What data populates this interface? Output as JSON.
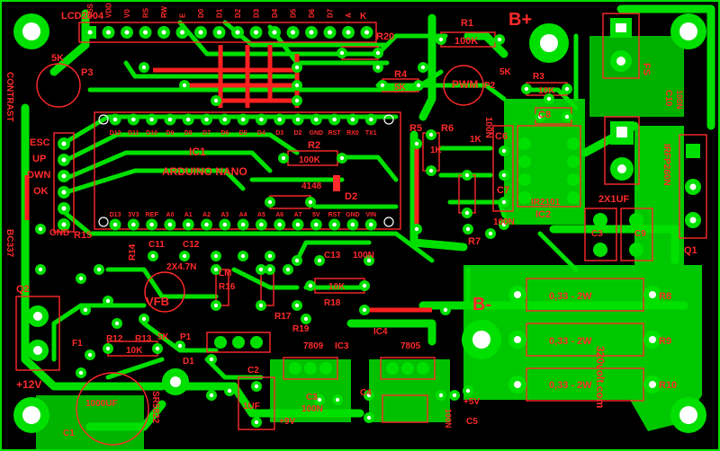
{
  "labels": {
    "lcd": "LCD2004",
    "lcd_pins": [
      "VSS",
      "VDD",
      "V0",
      "RS",
      "RW",
      "E",
      "D0",
      "D1",
      "D2",
      "D3",
      "D4",
      "D5",
      "D6",
      "D7",
      "A",
      "K"
    ],
    "contrast": "CONTRAST",
    "p3": "P3",
    "five_k": "5K",
    "esc": "ESC",
    "up": "UP",
    "dwn": "DWN",
    "ok": "OK",
    "gnd": "GND",
    "ic1": "IC1",
    "arduino": "ARDUINO NANO",
    "nano_top": [
      "D12",
      "D11",
      "D10",
      "D9",
      "D8",
      "D7",
      "D6",
      "D5",
      "D4",
      "D3",
      "D2",
      "GND",
      "RST",
      "RX0",
      "TX1"
    ],
    "nano_bot": [
      "D13",
      "3V3",
      "REF",
      "A0",
      "A1",
      "A2",
      "A3",
      "A4",
      "A5",
      "A6",
      "A7",
      "5V",
      "RST",
      "GND",
      "VIN"
    ],
    "r1": "R1",
    "r1v": "100K",
    "r20": "R20",
    "r4": "R4",
    "r4v": "5K",
    "pwm": "PWM",
    "p2": "P2",
    "p2v": "5K",
    "r3": "R3",
    "r3v": "10K",
    "r2": "R2",
    "r2v": "100K",
    "d": "4148",
    "d2": "D2",
    "r5": "R5",
    "r6": "R6",
    "r5v": "1K",
    "r6v": "1K",
    "c6": "C6",
    "c6v": "100N",
    "c8": "C8",
    "c7": "C7",
    "c7v": "100N",
    "ic2": "IC2",
    "ir": "IR2101",
    "bplus": "B+",
    "fs": "FS",
    "c10": "C10",
    "c10v": "100N",
    "irfp": "IRFP260N",
    "q1": "Q1",
    "two_1uf": "2X1UF",
    "c3": "C3",
    "c9": "C9",
    "r7": "R7",
    "r15": "R15",
    "q2": "Q2",
    "bc337": "BC337",
    "r16": "R16",
    "lm": "LM",
    "vfb": "VFB",
    "c11": "C11",
    "c12": "C12",
    "c11v": "2X4.7N",
    "c13": "C13",
    "c13v": "100N",
    "r14": "R14",
    "r18": "R18",
    "r18v": "10K",
    "r17": "R17",
    "r19": "R19",
    "r12": "R12",
    "r13": "R13",
    "r13v": "10K",
    "p1": "P1",
    "p1v": "5K",
    "d1": "D1",
    "f1": "F1",
    "plus12": "+12V",
    "c1": "C1",
    "c1v": "1000UF",
    "sr": "SR5822",
    "c2": "C2",
    "c2v": "1UF",
    "ic3": "IC3",
    "ic3v": "7809",
    "ic4": "IC4",
    "ic4v": "7805",
    "c3b": "C3",
    "c3bv": "100N",
    "c4": "C4",
    "c5": "C5",
    "c5v": "100N",
    "plus9": "+9V",
    "plus5": "+5V",
    "bminus": "B-",
    "r8": "R8",
    "r9": "R9",
    "r10": "R10",
    "rshunt": "0,33 - 2W",
    "watermark": "320volt.com"
  },
  "colors": {
    "board": "#000000",
    "copper": "#00e000",
    "silk": "#ff2a2a",
    "hole": "#ffffff"
  }
}
